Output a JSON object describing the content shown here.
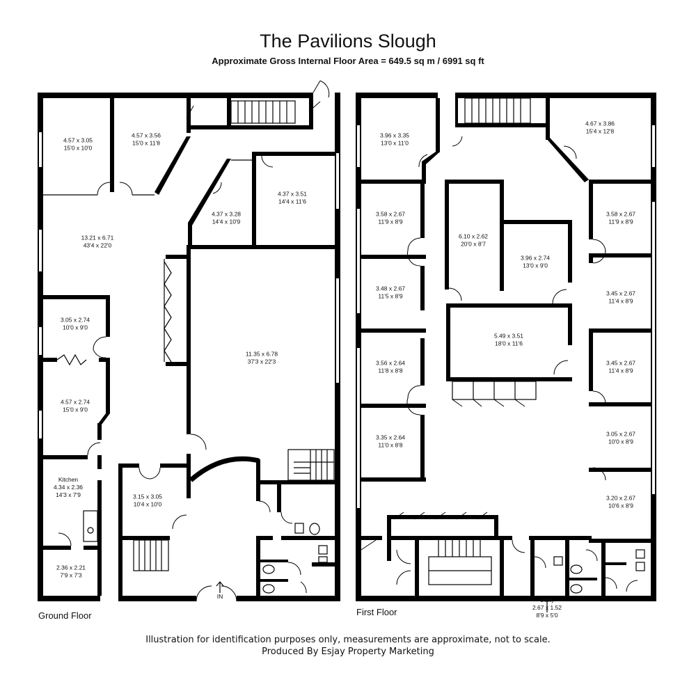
{
  "header": {
    "title": "The Pavilions Slough",
    "subtitle": "Approximate Gross Internal Floor Area = 649.5 sq m / 6991 sq ft"
  },
  "floors": {
    "ground_label": "Ground Floor",
    "first_label": "First Floor"
  },
  "entrance_label": "IN",
  "ground_rooms": [
    {
      "id": "g1",
      "line1": "4.57 x 3.05",
      "line2": "15'0 x 10'0"
    },
    {
      "id": "g2",
      "line1": "4.57 x 3.56",
      "line2": "15'0 x 11'8"
    },
    {
      "id": "g3",
      "line1": "4.37 x 3.51",
      "line2": "14'4 x 11'6"
    },
    {
      "id": "g4",
      "line1": "4.37 x 3.28",
      "line2": "14'4 x 10'9"
    },
    {
      "id": "g5",
      "line1": "13.21 x 6.71",
      "line2": "43'4 x 22'0"
    },
    {
      "id": "g6",
      "line1": "11.35 x 6.78",
      "line2": "37'3 x 22'3"
    },
    {
      "id": "g7",
      "line1": "3.05 x 2.74",
      "line2": "10'0 x 9'0"
    },
    {
      "id": "g8",
      "line1": "4.57 x 2.74",
      "line2": "15'0 x 9'0"
    },
    {
      "id": "g9",
      "line0": "Kitchen",
      "line1": "4.34 x 2.36",
      "line2": "14'3 x 7'9"
    },
    {
      "id": "g10",
      "line1": "3.15 x 3.05",
      "line2": "10'4 x 10'0"
    },
    {
      "id": "g11",
      "line1": "2.36 x 2.21",
      "line2": "7'9 x 7'3"
    }
  ],
  "first_rooms": [
    {
      "id": "f1",
      "line1": "3.96 x 3.35",
      "line2": "13'0 x 11'0"
    },
    {
      "id": "f2",
      "line1": "4.67 x 3.86",
      "line2": "15'4 x 12'8"
    },
    {
      "id": "f3",
      "line1": "3.58 x 2.67",
      "line2": "11'9 x 8'9"
    },
    {
      "id": "f4",
      "line1": "6.10 x 2.62",
      "line2": "20'0 x 8'7"
    },
    {
      "id": "f5",
      "line1": "3.96 x 2.74",
      "line2": "13'0 x 9'0"
    },
    {
      "id": "f6",
      "line1": "3.58 x 2.67",
      "line2": "11'9 x 8'9"
    },
    {
      "id": "f7",
      "line1": "3.48 x 2.67",
      "line2": "11'5 x 8'9"
    },
    {
      "id": "f8",
      "line1": "3.45 x 2.67",
      "line2": "11'4 x 8'9"
    },
    {
      "id": "f9",
      "line1": "5.49 x 3.51",
      "line2": "18'0 x 11'6"
    },
    {
      "id": "f10",
      "line1": "3.56 x 2.64",
      "line2": "11'8 x 8'8"
    },
    {
      "id": "f11",
      "line1": "3.45 x 2.67",
      "line2": "11'4 x 8'9"
    },
    {
      "id": "f12",
      "line1": "3.35 x 2.64",
      "line2": "11'0 x 8'8"
    },
    {
      "id": "f13",
      "line1": "3.05 x 2.67",
      "line2": "10'0 x 8'9"
    },
    {
      "id": "f14",
      "line1": "3.20 x 2.67",
      "line2": "10'6 x 8'9"
    },
    {
      "id": "f15",
      "line0": "Utility",
      "line1": "2.67 x 1.52",
      "line2": "8'9 x 5'0"
    }
  ],
  "footer": {
    "line1": "Illustration for identification purposes only, measurements are approximate, not to scale.",
    "line2": "Produced By Esjay Property Marketing"
  }
}
